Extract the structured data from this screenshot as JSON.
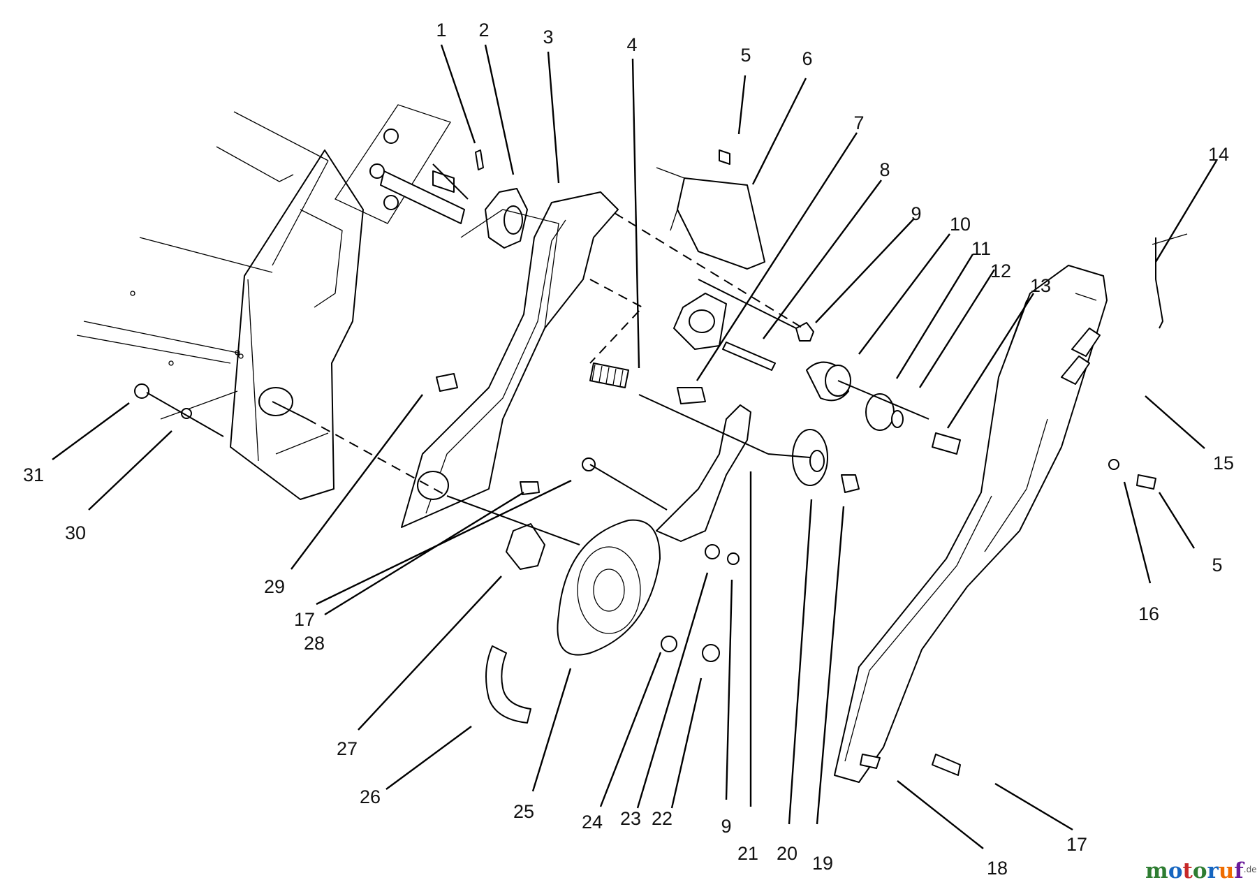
{
  "diagram": {
    "callouts": [
      {
        "id": "c1",
        "text": "1"
      },
      {
        "id": "c2",
        "text": "2"
      },
      {
        "id": "c3",
        "text": "3"
      },
      {
        "id": "c4",
        "text": "4"
      },
      {
        "id": "c5a",
        "text": "5"
      },
      {
        "id": "c6",
        "text": "6"
      },
      {
        "id": "c7",
        "text": "7"
      },
      {
        "id": "c8",
        "text": "8"
      },
      {
        "id": "c9a",
        "text": "9"
      },
      {
        "id": "c10",
        "text": "10"
      },
      {
        "id": "c11",
        "text": "11"
      },
      {
        "id": "c12",
        "text": "12"
      },
      {
        "id": "c13",
        "text": "13"
      },
      {
        "id": "c14",
        "text": "14"
      },
      {
        "id": "c15",
        "text": "15"
      },
      {
        "id": "c5b",
        "text": "5"
      },
      {
        "id": "c16",
        "text": "16"
      },
      {
        "id": "c31",
        "text": "31"
      },
      {
        "id": "c30",
        "text": "30"
      },
      {
        "id": "c29",
        "text": "29"
      },
      {
        "id": "c17a",
        "text": "17"
      },
      {
        "id": "c28",
        "text": "28"
      },
      {
        "id": "c27",
        "text": "27"
      },
      {
        "id": "c26",
        "text": "26"
      },
      {
        "id": "c25",
        "text": "25"
      },
      {
        "id": "c24",
        "text": "24"
      },
      {
        "id": "c23",
        "text": "23"
      },
      {
        "id": "c22",
        "text": "22"
      },
      {
        "id": "c9b",
        "text": "9"
      },
      {
        "id": "c21",
        "text": "21"
      },
      {
        "id": "c20",
        "text": "20"
      },
      {
        "id": "c19",
        "text": "19"
      },
      {
        "id": "c18",
        "text": "18"
      },
      {
        "id": "c17b",
        "text": "17"
      }
    ]
  },
  "watermark": {
    "letters": [
      "m",
      "o",
      "t",
      "o",
      "r",
      "u",
      "f"
    ],
    "letter_colors": [
      "#2e7d32",
      "#1565c0",
      "#c62828",
      "#2e7d32",
      "#1565c0",
      "#ef6c00",
      "#6a1b9a"
    ],
    "suffix": ".de"
  }
}
